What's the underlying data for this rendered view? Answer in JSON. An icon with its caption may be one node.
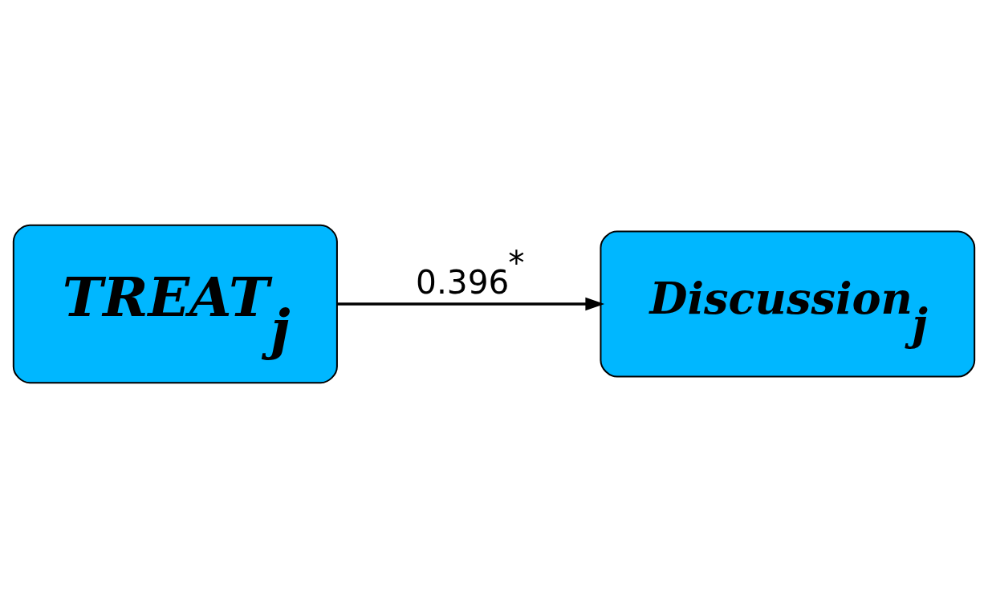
{
  "diagram": {
    "nodes": [
      {
        "text": [
          "TREAT$_{j}$"
        ]
      },
      {
        "text": [
          "Discussion$_{j}$"
        ]
      }
    ],
    "edges": [
      {
        "from": 0,
        "to": 1,
        "arrow": "to",
        "label": "0.396$^{*}$"
      }
    ]
  }
}
